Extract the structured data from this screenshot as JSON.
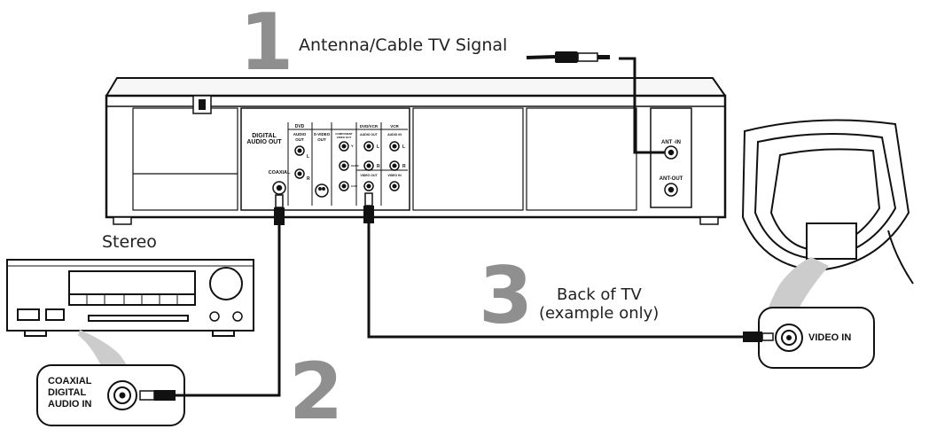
{
  "steps": {
    "one": "1",
    "two": "2",
    "three": "3"
  },
  "labels": {
    "antenna": "Antenna/Cable TV Signal",
    "stereo": "Stereo",
    "back_of_tv": "Back of TV",
    "example_only": "(example only)",
    "coaxial_input_line1": "COAXIAL",
    "coaxial_input_line2": "DIGITAL",
    "coaxial_input_line3": "AUDIO IN",
    "video_in": "VIDEO IN"
  },
  "panel": {
    "digital": "DIGITAL",
    "audio_out": "AUDIO OUT",
    "coaxial": "COAXIAL",
    "dvd": "DVD",
    "dvd_audio": "AUDIO",
    "dvd_out": "OUT",
    "svideo": "S-VIDEO",
    "svideo_out": "OUT",
    "component": "COMPONENT",
    "video_out": "VIDEO OUT",
    "dvdvcr": "DVD/VCR",
    "audio_out_short": "AUDIO OUT",
    "vcr": "VCR",
    "audio_in": "AUDIO IN",
    "video_out2": "VIDEO OUT",
    "video_in": "VIDEO IN",
    "l": "L",
    "r": "R",
    "y": "Y",
    "cb": "Cb/Pb",
    "cr": "Cr/Pr",
    "ant_in": "ANT -IN",
    "ant_out": "ANT-OUT"
  },
  "colors": {
    "step_number": "#8f8f8f",
    "cable": "#111111",
    "line_art": "#111111",
    "callout": "#cccccc"
  }
}
